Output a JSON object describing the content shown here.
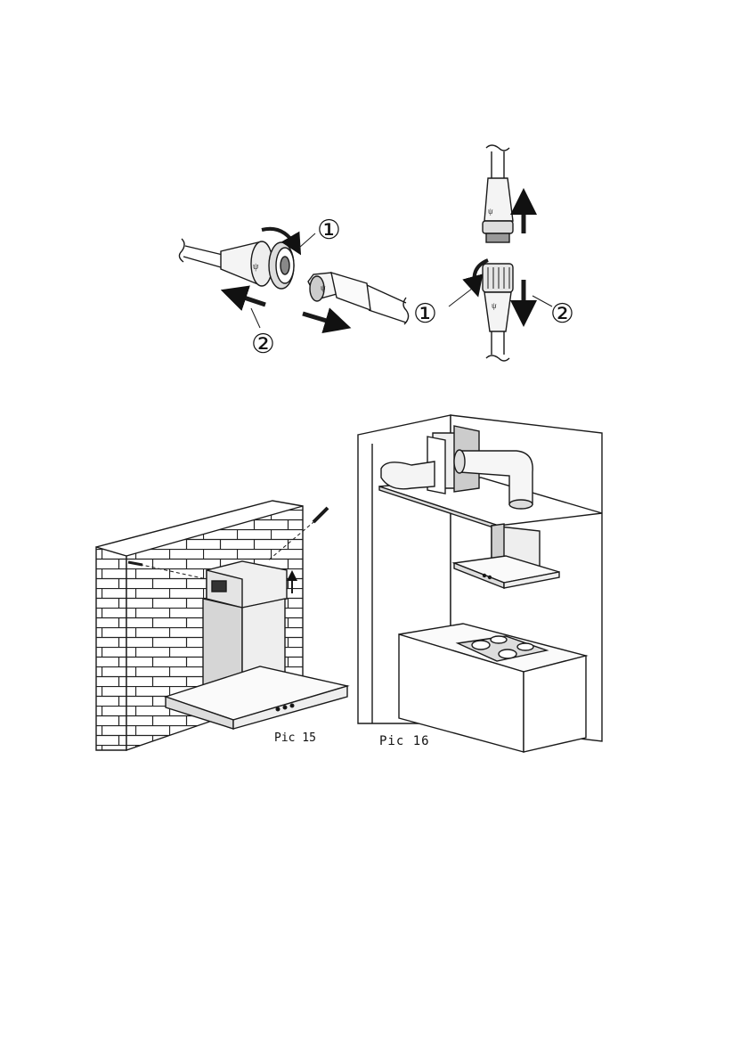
{
  "figure_top": {
    "callouts": {
      "left_step_1": "①",
      "left_step_2": "②",
      "right_step_1": "①",
      "right_step_2": "②"
    },
    "icons": [
      "cable-connector-plug-icon",
      "cable-connector-socket-icon",
      "rotate-arrow-icon",
      "pull-arrow-icon"
    ]
  },
  "figure_bottom": {
    "pic15_caption": "Pic 15",
    "pic16_caption": "Pic 16",
    "icons": [
      "brick-wall-icon",
      "range-hood-icon",
      "screw-icon",
      "duct-fan-icon",
      "cooktop-icon"
    ]
  },
  "colors": {
    "line": "#1a1a1a",
    "fill": "#ffffff",
    "shade": "#c8c8c8",
    "dark": "#555555"
  }
}
